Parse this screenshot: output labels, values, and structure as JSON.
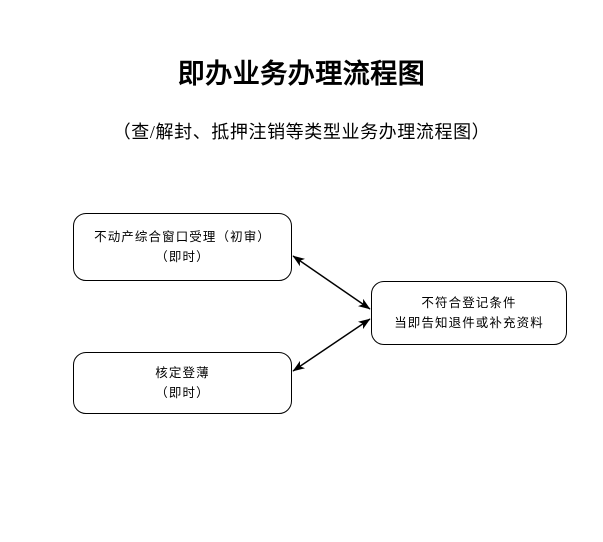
{
  "document": {
    "title": "即办业务办理流程图",
    "subtitle": "（查/解封、抵押注销等类型业务办理流程图）",
    "background_color": "#ffffff",
    "text_color": "#000000",
    "line_color": "#000000"
  },
  "flowchart": {
    "nodes": [
      {
        "id": "intake",
        "name": "不动产综合窗口受理（初审）",
        "lines": [
          "不动产综合窗口受理（初审）",
          "（即时）"
        ],
        "shape": "rounded-rectangle"
      },
      {
        "id": "reject",
        "name": "不符合登记条件",
        "lines": [
          "不符合登记条件",
          "当即告知退件或补充资料"
        ],
        "shape": "rounded-rectangle"
      },
      {
        "id": "register",
        "name": "核定登薄",
        "lines": [
          "核定登薄",
          "（即时）"
        ],
        "shape": "rounded-rectangle"
      }
    ],
    "connectors": [
      {
        "id": "intake-reject",
        "from": "intake",
        "to": "reject",
        "style": "double-headed-arrow",
        "label": ""
      },
      {
        "id": "register-reject",
        "from": "register",
        "to": "reject",
        "style": "double-headed-arrow",
        "label": ""
      }
    ]
  }
}
